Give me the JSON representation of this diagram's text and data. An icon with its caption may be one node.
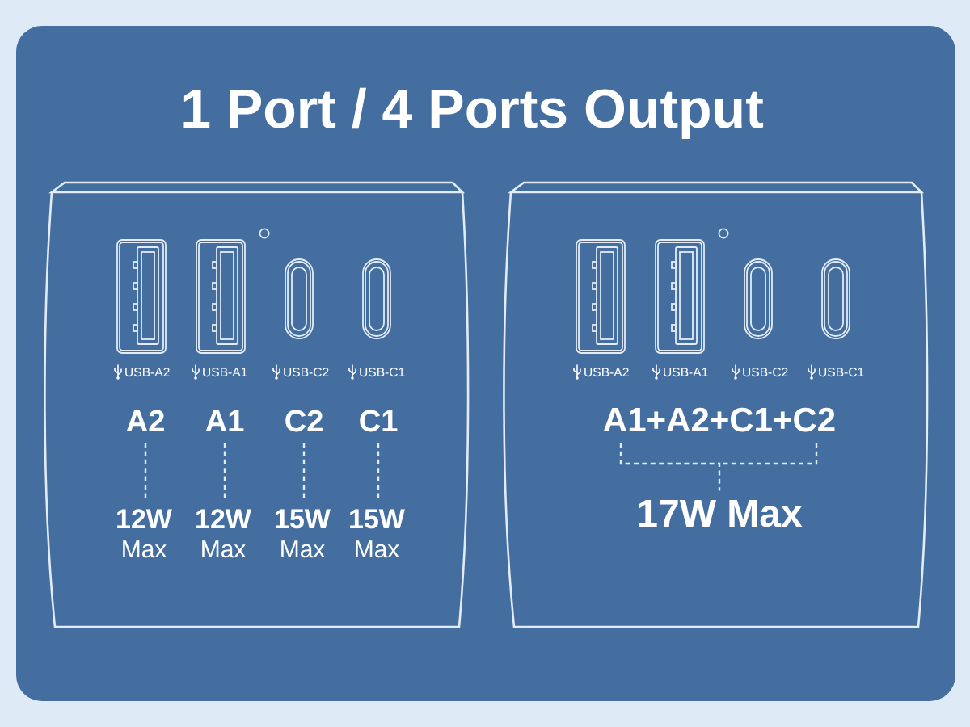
{
  "diagram": {
    "title": "1 Port / 4 Ports Output",
    "nodes": [
      {
        "text": [],
        "shape": "box"
      },
      {
        "text": [
          "A2"
        ],
        "in": 0
      },
      {
        "text": [
          "A1"
        ],
        "in": 0
      },
      {
        "text": [
          "C2"
        ],
        "in": 0
      },
      {
        "text": [
          "C1"
        ],
        "in": 0
      },
      {
        "text": [
          "12W",
          "Max"
        ],
        "in": 0
      },
      {
        "text": [
          "12W",
          "Max"
        ],
        "in": 0
      },
      {
        "text": [
          "15W",
          "Max"
        ],
        "in": 0
      },
      {
        "text": [
          "15W",
          "Max"
        ],
        "in": 0
      },
      {
        "text": [],
        "shape": "box"
      },
      {
        "text": [
          "A1+A2+C1+C2"
        ],
        "in": 9
      },
      {
        "text": [
          "17W Max"
        ],
        "in": 9
      }
    ],
    "edges": [
      {
        "from": 1,
        "to": 5,
        "arrow": "none",
        "style": "dashed"
      },
      {
        "from": 2,
        "to": 6,
        "arrow": "none",
        "style": "dashed"
      },
      {
        "from": 3,
        "to": 7,
        "arrow": "none",
        "style": "dashed"
      },
      {
        "from": 4,
        "to": 8,
        "arrow": "none",
        "style": "dashed"
      },
      {
        "from": 10,
        "to": 11,
        "arrow": "none",
        "style": "dashed"
      }
    ],
    "labels": [
      "USB-A2",
      "USB-A1",
      "USB-C2",
      "USB-C1",
      "USB-A2",
      "USB-A1",
      "USB-C2",
      "USB-C1"
    ]
  }
}
